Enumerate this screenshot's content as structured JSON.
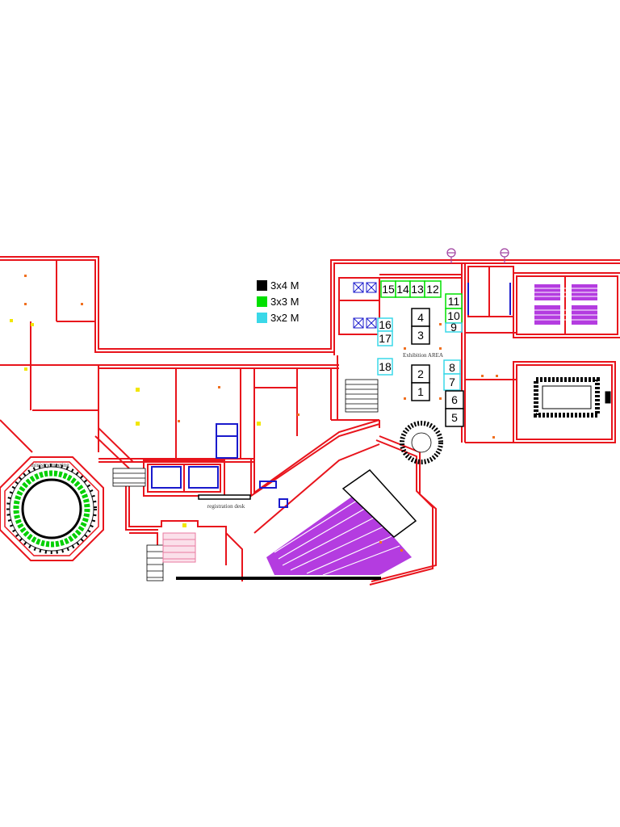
{
  "legend": {
    "items": [
      {
        "label": "3x4 M",
        "color": "#000000"
      },
      {
        "label": "3x3 M",
        "color": "#00e000"
      },
      {
        "label": "3x2 M",
        "color": "#3ad8e8"
      }
    ]
  },
  "labels": {
    "exhibition_area": "Exhibition AREA",
    "ministry_meeting": "ministry meeting",
    "registration_desk": "registration desk"
  },
  "booths": {
    "b1": "1",
    "b2": "2",
    "b3": "3",
    "b4": "4",
    "b5": "5",
    "b6": "6",
    "b7": "7",
    "b8": "8",
    "b9": "9",
    "b10": "10",
    "b11": "11",
    "b12": "12",
    "b13": "13",
    "b14": "14",
    "b15": "15",
    "b16": "16",
    "b17": "17",
    "b18": "18"
  },
  "colors": {
    "wall": "#e8141c",
    "booth_3x4": "#000000",
    "booth_3x3": "#00e000",
    "booth_3x2": "#3ad8e8",
    "seating": "#b43ce0",
    "fixtures": "#1a1acc",
    "markers": "#f2e600"
  }
}
